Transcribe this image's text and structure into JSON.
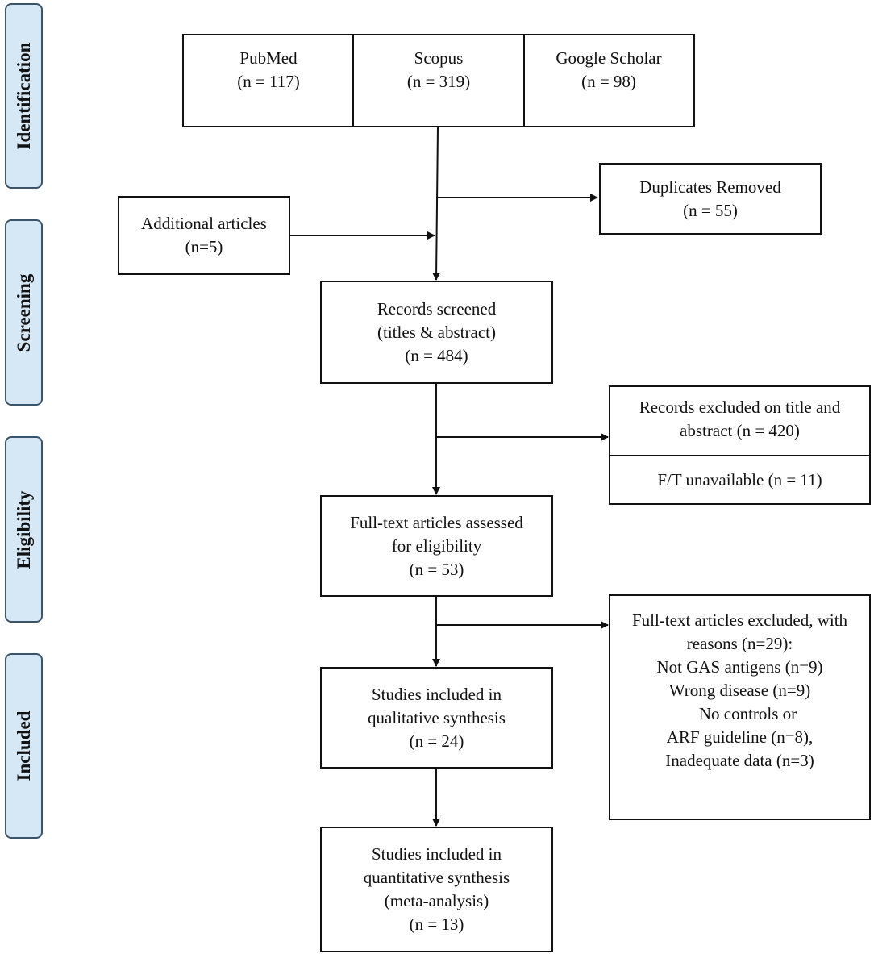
{
  "phases": {
    "identification": "Identification",
    "screening": "Screening",
    "eligibility": "Eligibility",
    "included": "Included"
  },
  "sources": {
    "pubmed": {
      "name": "PubMed",
      "count": "(n = 117)"
    },
    "scopus": {
      "name": "Scopus",
      "count": "(n = 319)"
    },
    "scholar": {
      "name": "Google Scholar",
      "count": "(n = 98)"
    }
  },
  "duplicates": {
    "line1": "Duplicates Removed",
    "line2": "(n = 55)"
  },
  "additional": {
    "line1": "Additional articles",
    "line2": "(n=5)"
  },
  "screened": {
    "line1": "Records screened",
    "line2": "(titles & abstract)",
    "line3": "(n = 484)"
  },
  "excluded_title": {
    "line1": "Records excluded on title and",
    "line2": "abstract (n = 420)"
  },
  "unavailable": {
    "line1": "F/T unavailable (n = 11)"
  },
  "fulltext": {
    "line1": "Full-text articles assessed",
    "line2": "for eligibility",
    "line3": "(n = 53)"
  },
  "excluded_fulltext": {
    "line1": "Full-text articles excluded, with",
    "line2": "reasons (n=29):",
    "line3": "Not GAS antigens (n=9)",
    "line4": "Wrong disease (n=9)",
    "line5": "No controls or",
    "line6": "ARF guideline (n=8),",
    "line7": "Inadequate data (n=3)"
  },
  "qualitative": {
    "line1": "Studies included in",
    "line2": "qualitative synthesis",
    "line3": "(n = 24)"
  },
  "quantitative": {
    "line1": "Studies included in",
    "line2": "quantitative synthesis",
    "line3": "(meta-analysis)",
    "line4": "(n = 13)"
  }
}
